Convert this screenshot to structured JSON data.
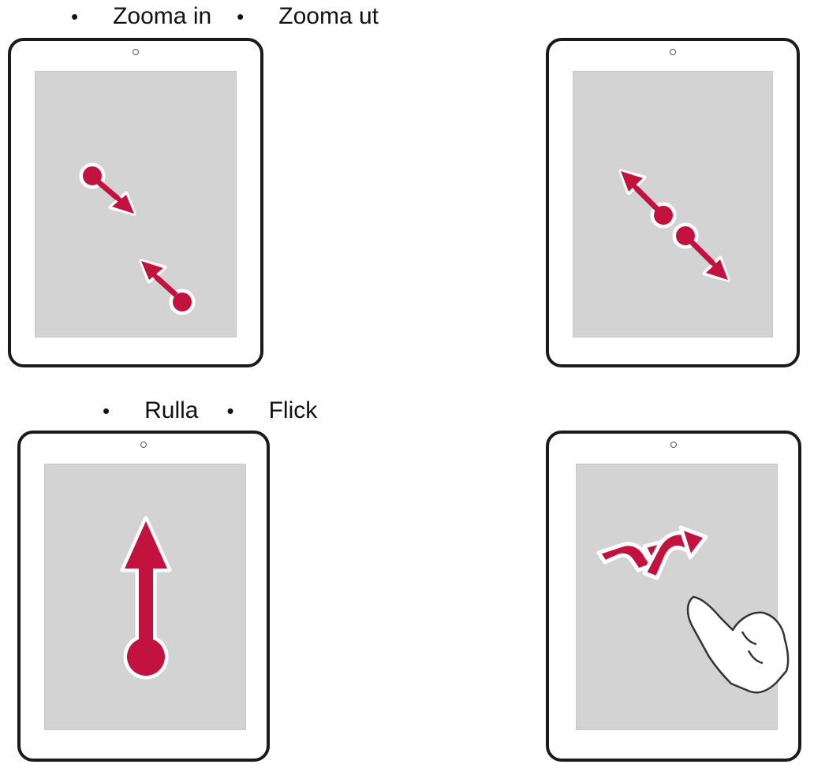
{
  "labels": {
    "row1": {
      "bullet": "•",
      "first": "Zooma in",
      "second": "Zooma ut"
    },
    "row2": {
      "bullet": "•",
      "first": "Rulla",
      "second": "Flick"
    }
  },
  "colors": {
    "gesture": "#c2133f",
    "screen": "#d3d3d3",
    "frame": "#1a1a1a"
  },
  "gestures": [
    {
      "name": "zoom-in",
      "icon": "pinch-in-icon"
    },
    {
      "name": "zoom-out",
      "icon": "pinch-out-icon"
    },
    {
      "name": "scroll",
      "icon": "swipe-up-icon"
    },
    {
      "name": "flick",
      "icon": "flick-hand-icon"
    }
  ]
}
